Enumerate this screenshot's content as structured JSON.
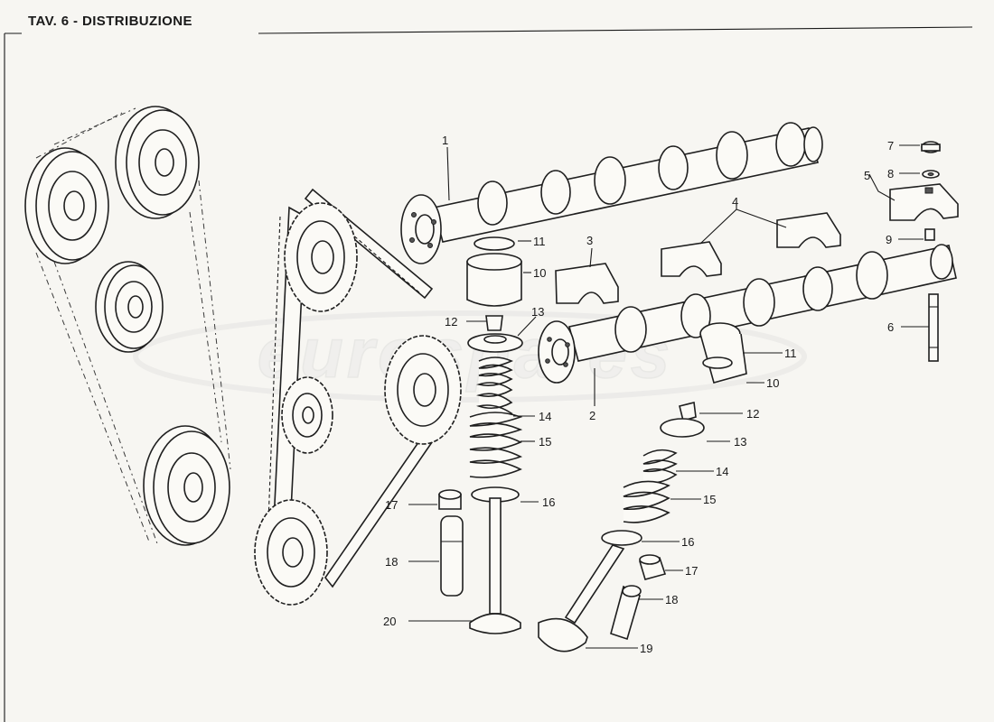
{
  "header": {
    "title": "TAV. 6 - DISTRIBUZIONE"
  },
  "watermark": {
    "text": "eurospares"
  },
  "diagram": {
    "type": "exploded-parts-view",
    "callouts": [
      {
        "id": "c1",
        "label": "1"
      },
      {
        "id": "c2",
        "label": "2"
      },
      {
        "id": "c3",
        "label": "3"
      },
      {
        "id": "c4",
        "label": "4"
      },
      {
        "id": "c5",
        "label": "5"
      },
      {
        "id": "c6",
        "label": "6"
      },
      {
        "id": "c7",
        "label": "7"
      },
      {
        "id": "c8",
        "label": "8"
      },
      {
        "id": "c9",
        "label": "9"
      },
      {
        "id": "c10a",
        "label": "10"
      },
      {
        "id": "c10b",
        "label": "10"
      },
      {
        "id": "c11a",
        "label": "11"
      },
      {
        "id": "c11b",
        "label": "11"
      },
      {
        "id": "c12a",
        "label": "12"
      },
      {
        "id": "c12b",
        "label": "12"
      },
      {
        "id": "c13a",
        "label": "13"
      },
      {
        "id": "c13b",
        "label": "13"
      },
      {
        "id": "c14a",
        "label": "14"
      },
      {
        "id": "c14b",
        "label": "14"
      },
      {
        "id": "c15a",
        "label": "15"
      },
      {
        "id": "c15b",
        "label": "15"
      },
      {
        "id": "c16a",
        "label": "16"
      },
      {
        "id": "c16b",
        "label": "16"
      },
      {
        "id": "c17a",
        "label": "17"
      },
      {
        "id": "c17b",
        "label": "17"
      },
      {
        "id": "c18a",
        "label": "18"
      },
      {
        "id": "c18b",
        "label": "18"
      },
      {
        "id": "c19",
        "label": "19"
      },
      {
        "id": "c20",
        "label": "20"
      }
    ]
  }
}
